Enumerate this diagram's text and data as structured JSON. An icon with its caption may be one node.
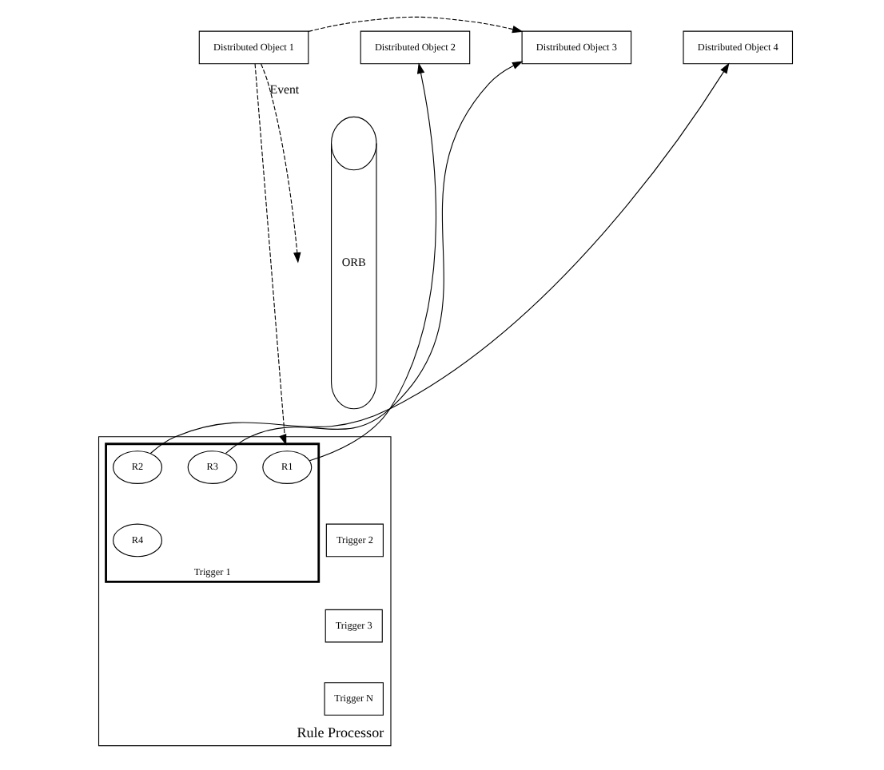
{
  "diagram": {
    "nodes": [
      {
        "text": [
          "Distributed Object 1"
        ]
      },
      {
        "text": [
          "Distributed Object 2"
        ]
      },
      {
        "text": [
          "Distributed Object 3"
        ]
      },
      {
        "text": [
          "Distributed Object 4"
        ]
      },
      {
        "text": [
          "ORB"
        ]
      },
      {
        "text": [
          "Rule Processor"
        ]
      },
      {
        "text": [
          "Trigger 1"
        ],
        "in": 5
      },
      {
        "text": [
          "R1"
        ],
        "in": 6
      },
      {
        "text": [
          "R3"
        ],
        "in": 6
      },
      {
        "text": [
          "R2"
        ],
        "in": 6
      },
      {
        "text": [
          "R4"
        ],
        "in": 6
      },
      {
        "text": [
          "Trigger 2"
        ],
        "in": 5
      },
      {
        "text": [
          "Trigger 3"
        ],
        "in": 5
      },
      {
        "text": [
          "Trigger N"
        ],
        "in": 5
      }
    ],
    "edges": [
      {
        "from": 0,
        "to": null,
        "arrow": "to",
        "style": "dashed",
        "label": "Event"
      },
      {
        "from": 0,
        "to": 2,
        "arrow": "to",
        "style": "dashed"
      },
      {
        "from": 0,
        "to": 6,
        "arrow": "to",
        "style": "dashed"
      },
      {
        "from": 7,
        "to": 1,
        "arrow": "to"
      },
      {
        "from": 8,
        "to": 2,
        "arrow": "to"
      },
      {
        "from": 9,
        "to": 3,
        "arrow": "to"
      }
    ]
  }
}
